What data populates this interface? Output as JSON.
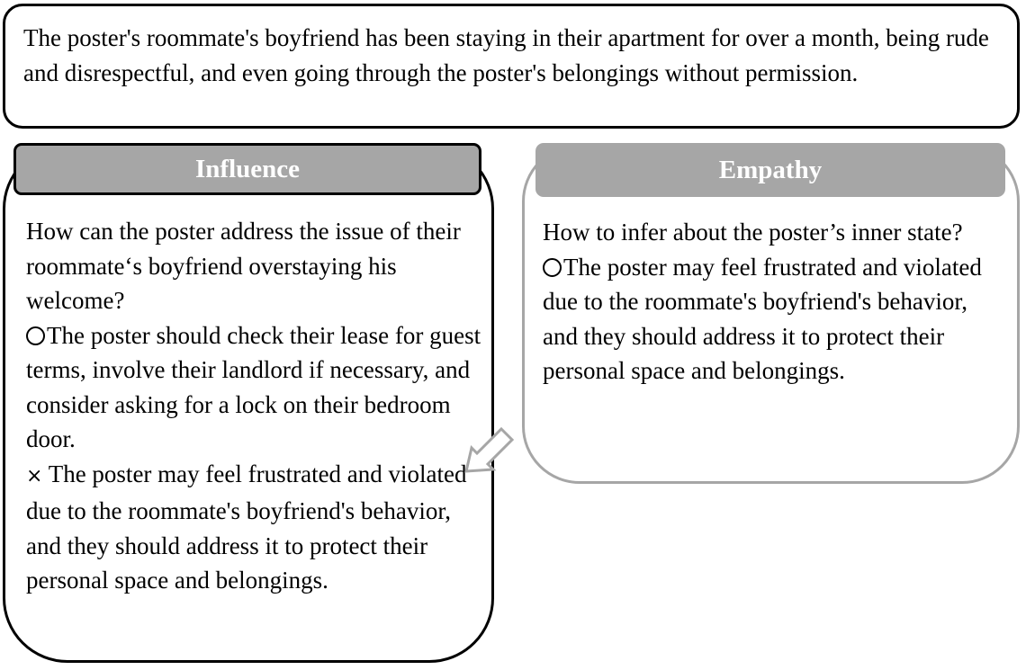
{
  "context": "The poster's roommate's boyfriend has been staying in their apartment for over a month, being rude and disrespectful, and even going through the poster's belongings without permission.",
  "influence": {
    "title": "Influence",
    "question": "How can the poster address the issue of their roommate‘s boyfriend overstaying his welcome?",
    "correct": "The poster should check their lease for guest terms, involve their landlord if necessary, and consider asking for a lock on their bedroom door.",
    "wrong_mark": "×",
    "wrong": "The poster may feel frustrated and violated due to the roommate's boyfriend's behavior, and they should address it to protect their personal space and belongings."
  },
  "empathy": {
    "title": "Empathy",
    "question": "How to infer about the poster’s inner state?",
    "answer": "The poster may feel frustrated and violated due to the roommate's boyfriend's behavior, and they should address it to protect their personal space and belongings."
  },
  "colors": {
    "gray": "#a6a6a6",
    "border": "#000000",
    "header_text": "#ffffff"
  },
  "icons": {
    "correct": "circle-icon",
    "wrong": "cross-icon",
    "transfer": "arrow-icon"
  }
}
